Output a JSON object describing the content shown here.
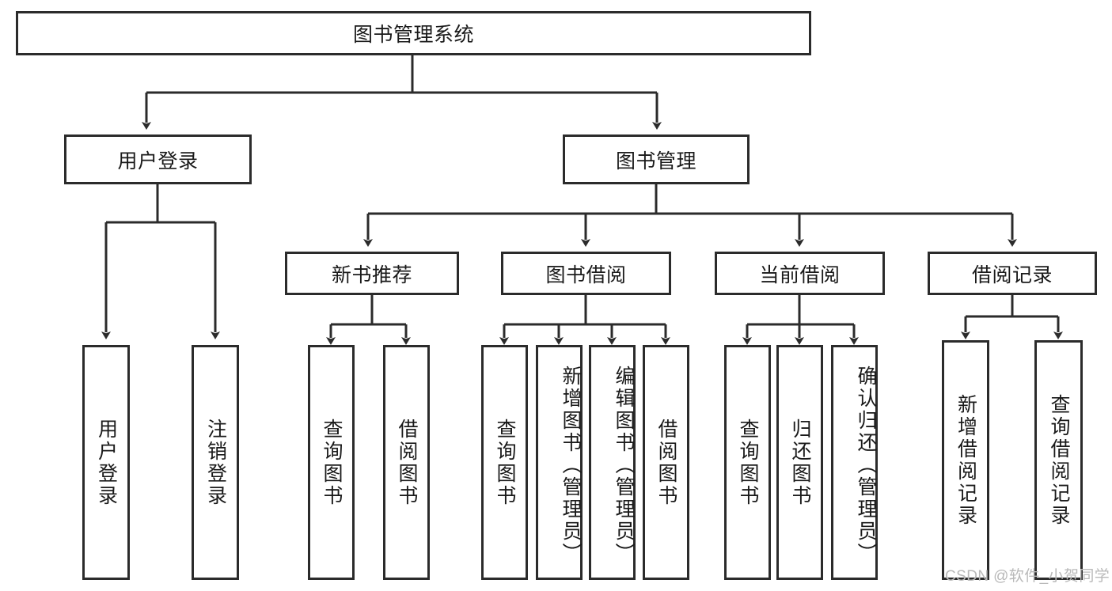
{
  "diagram": {
    "type": "tree-hierarchy",
    "title": "图书管理系统",
    "watermark": "CSDN @软件_小贺同学",
    "colors": {
      "box_border": "#2b2b2b",
      "box_fill": "#ffffff",
      "connector": "#2b2b2b",
      "text": "#1a1a1a",
      "watermark": "#b9b9b9"
    },
    "root": {
      "label": "图书管理系统"
    },
    "level2": [
      {
        "label": "用户登录"
      },
      {
        "label": "图书管理"
      }
    ],
    "level3": [
      {
        "label": "新书推荐"
      },
      {
        "label": "图书借阅"
      },
      {
        "label": "当前借阅"
      },
      {
        "label": "借阅记录"
      }
    ],
    "leaves": {
      "user_login": [
        {
          "label": "用户登录"
        },
        {
          "label": "注销登录"
        }
      ],
      "new_book_recommend": [
        {
          "label": "查询图书"
        },
        {
          "label": "借阅图书"
        }
      ],
      "book_borrow": [
        {
          "label": "查询图书"
        },
        {
          "label": "新增图书（管理员）"
        },
        {
          "label": "编辑图书（管理员）"
        },
        {
          "label": "借阅图书"
        }
      ],
      "current_borrow": [
        {
          "label": "查询图书"
        },
        {
          "label": "归还图书"
        },
        {
          "label": "确认归还（管理员）"
        }
      ],
      "borrow_record": [
        {
          "label": "新增借阅记录"
        },
        {
          "label": "查询借阅记录"
        }
      ]
    }
  }
}
